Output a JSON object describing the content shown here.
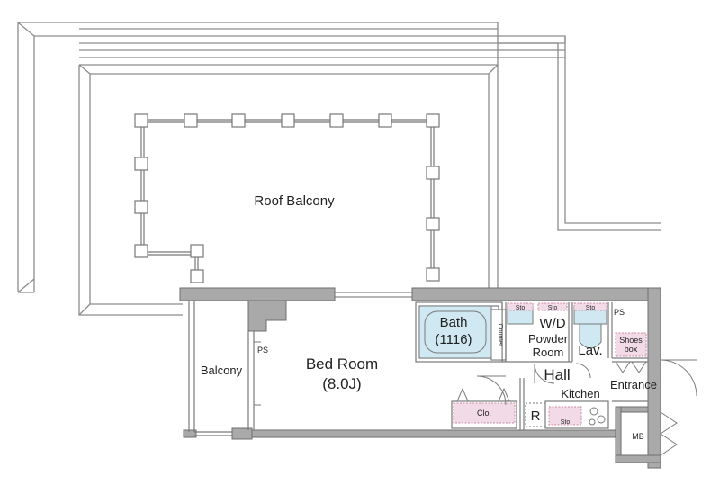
{
  "rooms": {
    "roof_balcony": "Roof Balcony",
    "balcony": "Balcony",
    "bed_room": "Bed Room",
    "bed_room_size": "(8.0J)",
    "bath": "Bath",
    "bath_size": "(1116)",
    "counter": "Counter",
    "wd": "W/D",
    "powder_room_line1": "Powder",
    "powder_room_line2": "Room",
    "lav": "Lav.",
    "hall": "Hall",
    "kitchen": "Kitchen",
    "entrance": "Entrance",
    "shoes_box_line1": "Shoes",
    "shoes_box_line2": "box",
    "clo": "Clo.",
    "refrigerator": "R",
    "ps_bed": "PS",
    "ps_lav": "PS",
    "mb": "MB",
    "sto_1": "Sto",
    "sto_2": "Sto",
    "sto_3": "Sto",
    "sto_4": "Sto"
  },
  "colors": {
    "wall": "#a9a9a9",
    "wall_edge": "#6e6e6e",
    "line": "#8c8c8c",
    "bath_fill": "#cfe8f2",
    "storage_fill": "#f2dbe6"
  }
}
